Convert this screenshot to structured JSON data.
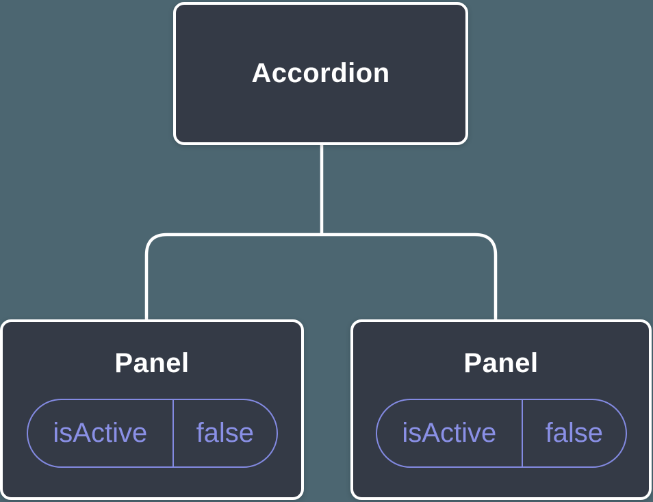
{
  "diagram": {
    "type": "component-tree",
    "root": {
      "label": "Accordion"
    },
    "children": [
      {
        "label": "Panel",
        "state": {
          "key": "isActive",
          "value": "false"
        }
      },
      {
        "label": "Panel",
        "state": {
          "key": "isActive",
          "value": "false"
        }
      }
    ],
    "colors": {
      "background": "#4C6671",
      "node_fill": "#343A46",
      "node_border": "#FFFFFF",
      "connector": "#FFFFFF",
      "state_accent": "#838AE2",
      "state_text": "#8A90E6",
      "title_text": "#FFFFFF"
    }
  }
}
